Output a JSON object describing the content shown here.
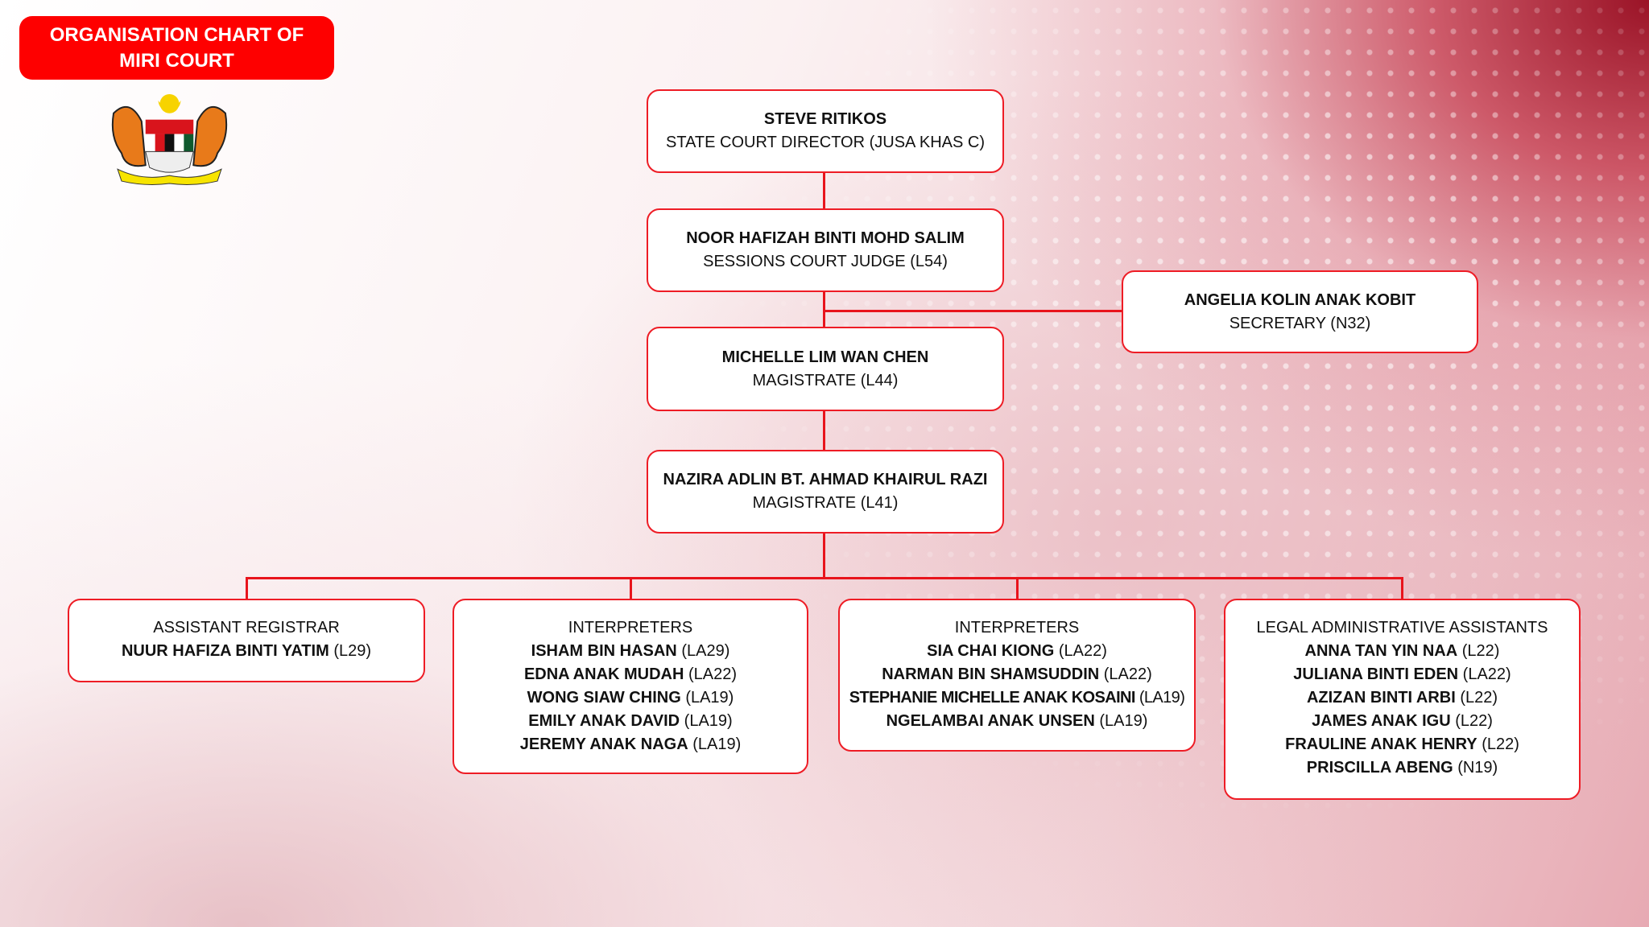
{
  "header": {
    "title_line1": "ORGANISATION CHART OF",
    "title_line2": "MIRI COURT",
    "emblem": "Jata Negara Malaysia coat of arms"
  },
  "colors": {
    "accent": "#fe0000",
    "border": "#ee1c25"
  },
  "chain": [
    {
      "name": "STEVE RITIKOS",
      "title": "STATE COURT DIRECTOR (JUSA KHAS C)"
    },
    {
      "name": "NOOR HAFIZAH BINTI MOHD SALIM",
      "title": "SESSIONS COURT JUDGE (L54)"
    },
    {
      "name": "MICHELLE LIM WAN CHEN",
      "title": "MAGISTRATE (L44)"
    },
    {
      "name": "NAZIRA ADLIN BT. AHMAD KHAIRUL RAZI",
      "title": "MAGISTRATE (L41)"
    }
  ],
  "secretary": {
    "name": "ANGELIA KOLIN ANAK KOBIT",
    "title": "SECRETARY (N32)"
  },
  "groups": [
    {
      "heading": "ASSISTANT REGISTRAR",
      "members": [
        {
          "name": "NUUR HAFIZA BINTI YATIM",
          "grade": "(L29)"
        }
      ]
    },
    {
      "heading": "INTERPRETERS",
      "members": [
        {
          "name": "ISHAM BIN HASAN",
          "grade": "(LA29)"
        },
        {
          "name": "EDNA ANAK MUDAH",
          "grade": "(LA22)"
        },
        {
          "name": "WONG SIAW CHING",
          "grade": "(LA19)"
        },
        {
          "name": "EMILY ANAK DAVID",
          "grade": "(LA19)"
        },
        {
          "name": "JEREMY ANAK NAGA",
          "grade": "(LA19)"
        }
      ]
    },
    {
      "heading": "INTERPRETERS",
      "members": [
        {
          "name": "SIA CHAI KIONG",
          "grade": "(LA22)"
        },
        {
          "name": "NARMAN BIN SHAMSUDDIN",
          "grade": "(LA22)"
        },
        {
          "name": "STEPHANIE MICHELLE ANAK KOSAINI",
          "grade": "(LA19)"
        },
        {
          "name": "NGELAMBAI ANAK UNSEN",
          "grade": "(LA19)"
        }
      ]
    },
    {
      "heading": "LEGAL ADMINISTRATIVE ASSISTANTS",
      "members": [
        {
          "name": "ANNA TAN YIN NAA",
          "grade": "(L22)"
        },
        {
          "name": "JULIANA BINTI EDEN",
          "grade": "(LA22)"
        },
        {
          "name": "AZIZAN BINTI ARBI",
          "grade": "(L22)"
        },
        {
          "name": "JAMES ANAK IGU",
          "grade": "(L22)"
        },
        {
          "name": "FRAULINE ANAK HENRY",
          "grade": "(L22)"
        },
        {
          "name": "PRISCILLA ABENG",
          "grade": "(N19)"
        }
      ]
    }
  ]
}
